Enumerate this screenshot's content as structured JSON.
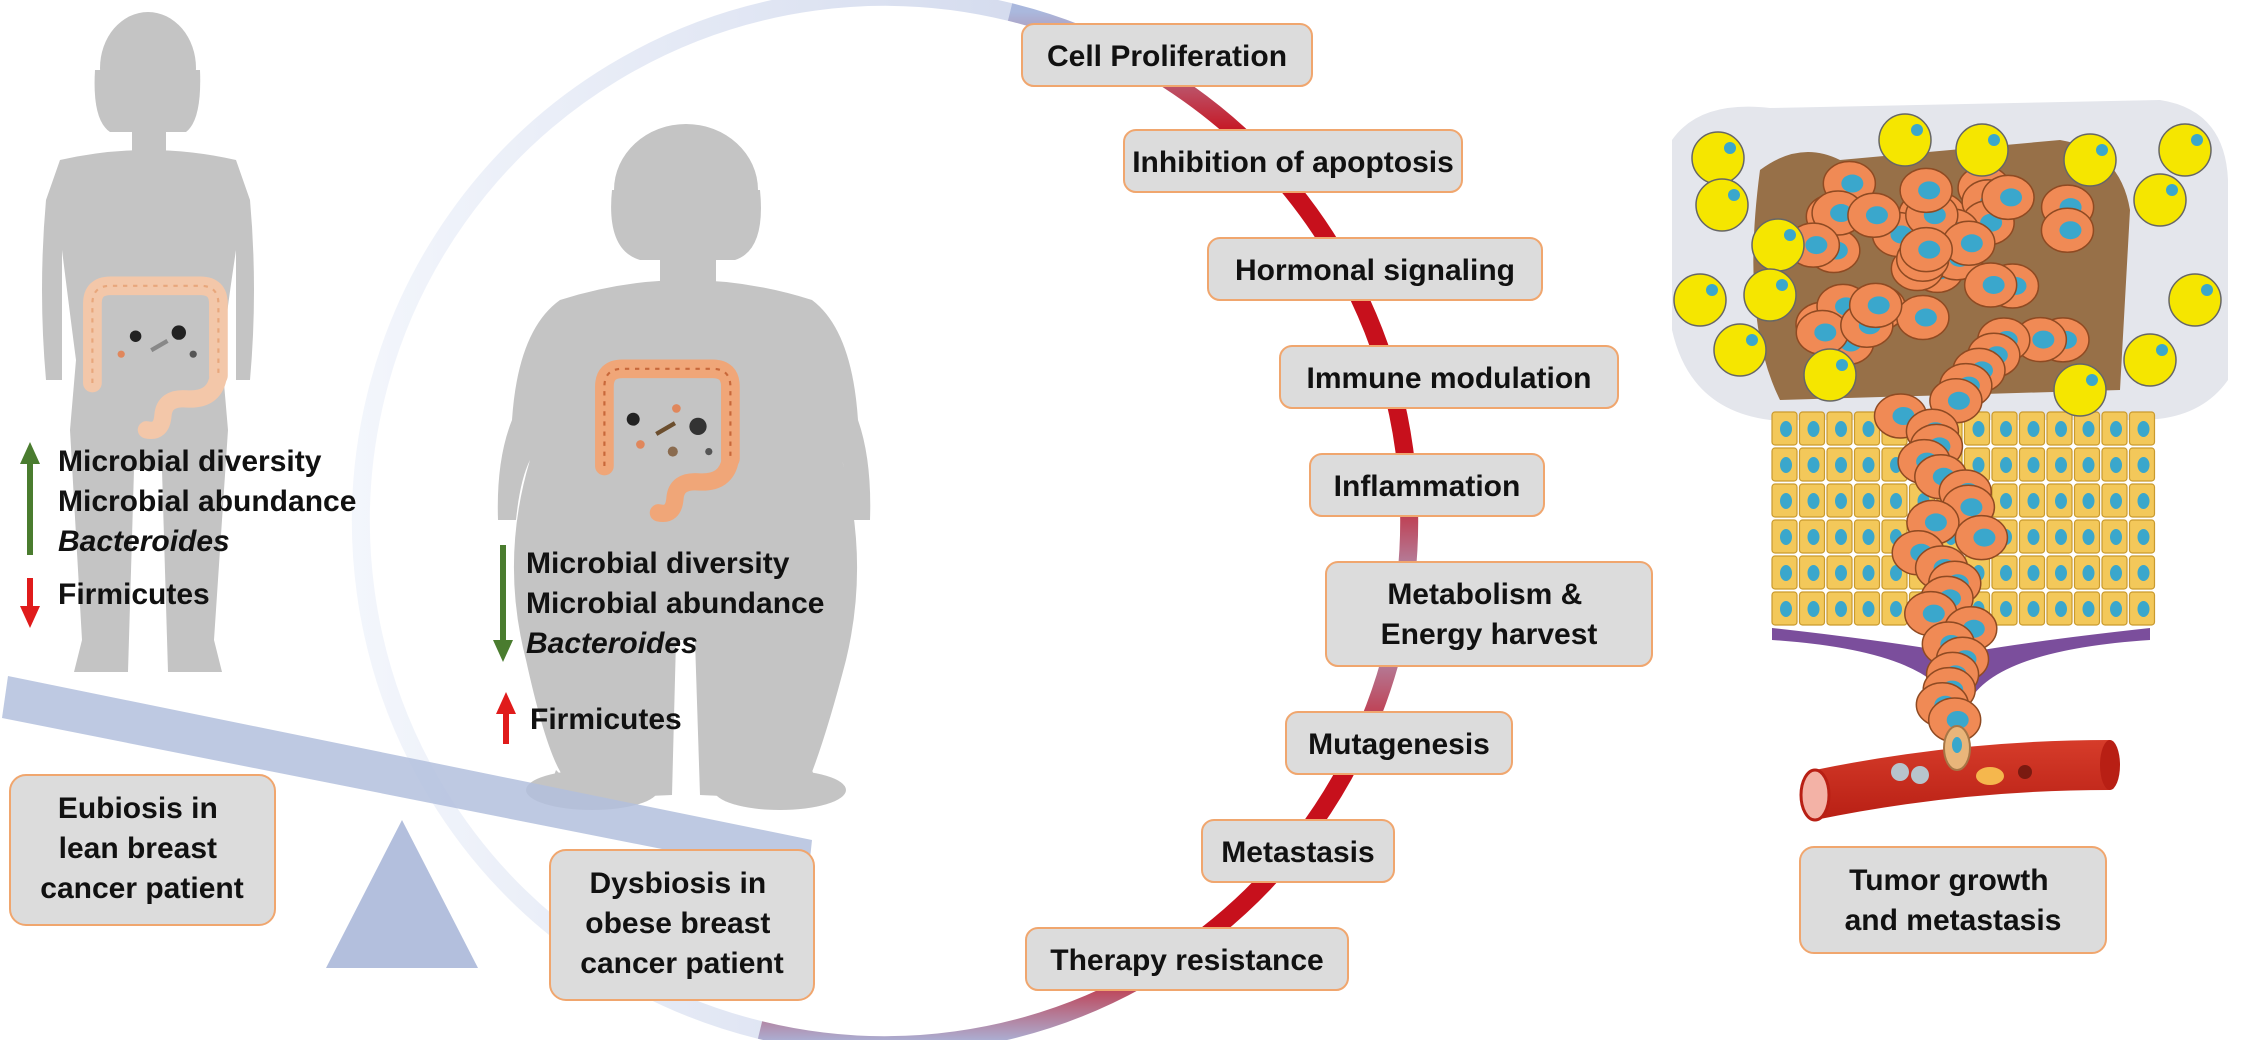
{
  "lean_patient": {
    "increased": [
      "Microbial diversity",
      "Microbial abundance",
      "Bacteroides"
    ],
    "decreased": [
      "Firmicutes"
    ],
    "caption_lines": [
      "Eubiosis in",
      "lean breast",
      "cancer patient"
    ]
  },
  "obese_patient": {
    "decreased": [
      "Microbial diversity",
      "Microbial abundance",
      "Bacteroides"
    ],
    "increased": [
      "Firmicutes"
    ],
    "caption_lines": [
      "Dysbiosis in",
      "obese breast",
      "cancer patient"
    ]
  },
  "mechanisms": [
    "Cell Proliferation",
    "Inhibition of apoptosis",
    "Hormonal signaling",
    "Immune modulation",
    "Inflammation",
    [
      "Metabolism &",
      "Energy harvest"
    ],
    "Mutagenesis",
    "Metastasis",
    "Therapy resistance"
  ],
  "tumor_caption_lines": [
    "Tumor growth",
    "and metastasis"
  ],
  "colors": {
    "arrow_up_green": "#4a7c2f",
    "arrow_down_red": "#e01b1b",
    "arc_red": "#c7101c",
    "arc_blue": "#aab8dd",
    "seesaw": "#b3bfdd",
    "silhouette": "#c4c4c4",
    "box_fill": "#dcdcdc",
    "box_border": "#f0a66e",
    "tumor_cell": "#f08a55",
    "nucleus": "#3aa7cc",
    "adipocyte": "#f5e600",
    "epithelium": "#f3c85a"
  },
  "icons": {
    "lean_body": "lean-woman-silhouette-icon",
    "obese_body": "obese-woman-silhouette-icon",
    "colon": "colon-icon",
    "tumor": "tumor-tissue-icon",
    "vessel": "blood-vessel-icon"
  }
}
